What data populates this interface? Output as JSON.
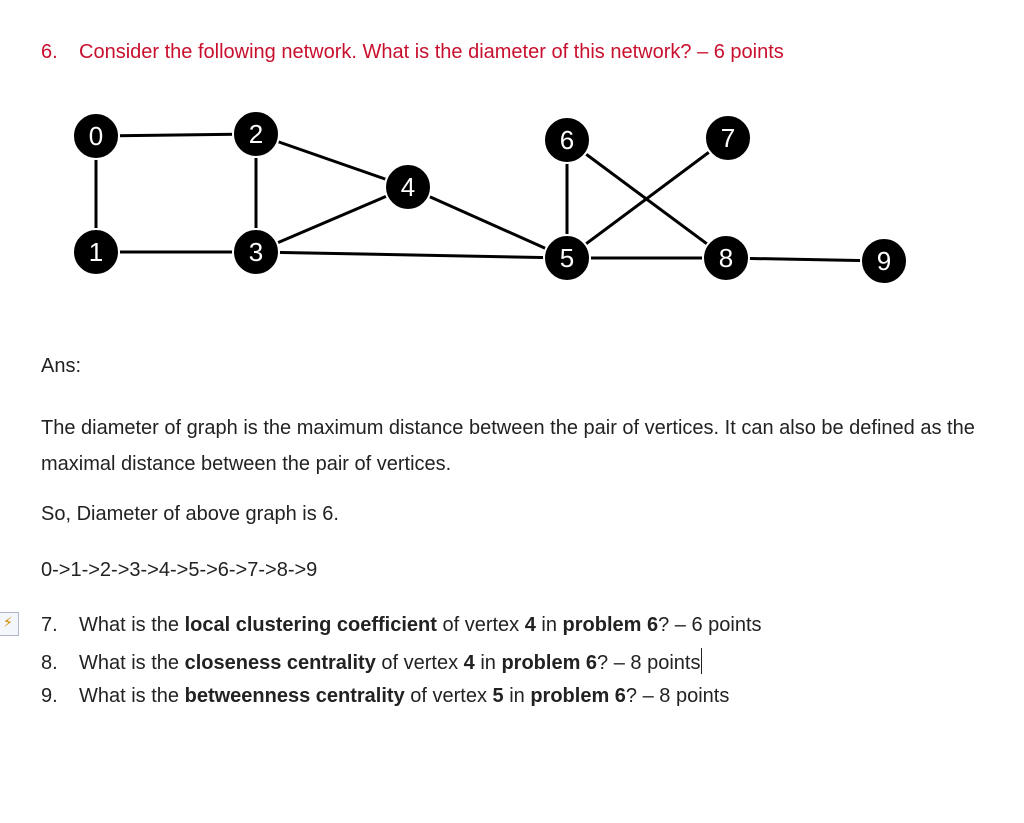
{
  "q6": {
    "number": "6.",
    "text": "Consider the following network. What is the diameter of this network? – 6 points"
  },
  "graph": {
    "nodes": [
      {
        "id": "0",
        "label": "0"
      },
      {
        "id": "1",
        "label": "1"
      },
      {
        "id": "2",
        "label": "2"
      },
      {
        "id": "3",
        "label": "3"
      },
      {
        "id": "4",
        "label": "4"
      },
      {
        "id": "5",
        "label": "5"
      },
      {
        "id": "6",
        "label": "6"
      },
      {
        "id": "7",
        "label": "7"
      },
      {
        "id": "8",
        "label": "8"
      },
      {
        "id": "9",
        "label": "9"
      }
    ],
    "edges": [
      [
        "0",
        "2"
      ],
      [
        "0",
        "1"
      ],
      [
        "1",
        "3"
      ],
      [
        "2",
        "3"
      ],
      [
        "2",
        "4"
      ],
      [
        "3",
        "4"
      ],
      [
        "3",
        "5"
      ],
      [
        "4",
        "5"
      ],
      [
        "5",
        "6"
      ],
      [
        "5",
        "7"
      ],
      [
        "5",
        "8"
      ],
      [
        "6",
        "8"
      ],
      [
        "8",
        "9"
      ]
    ],
    "node_color": "#000000",
    "edge_color": "#000000"
  },
  "answer": {
    "label": "Ans:",
    "definition": "The diameter of graph is the maximum distance between the pair of vertices. It can also be defined as the maximal distance between the pair of vertices.",
    "conclusion": "So, Diameter of above graph is 6.",
    "path": "0->1->2->3->4->5->6->7->8->9"
  },
  "q7": {
    "number": "7.",
    "p1": "What is the ",
    "b1": "local clustering coefficient",
    "p2": " of vertex ",
    "b2": "4",
    "p3": " in ",
    "b3": "problem 6",
    "p4": "? – 6 points"
  },
  "q8": {
    "number": "8.",
    "p1": "What is the ",
    "b1": "closeness centrality",
    "p2": " of vertex ",
    "b2": "4",
    "p3": " in ",
    "b3": "problem 6",
    "p4": "? – 8 points"
  },
  "q9": {
    "number": "9.",
    "p1": "What is the ",
    "b1": "betweenness centrality",
    "p2": " of vertex ",
    "b2": "5",
    "p3": " in ",
    "b3": "problem 6",
    "p4": "? – 8 points"
  },
  "margin_icon": "lightning-note-icon",
  "heading_color": "#c8102e"
}
